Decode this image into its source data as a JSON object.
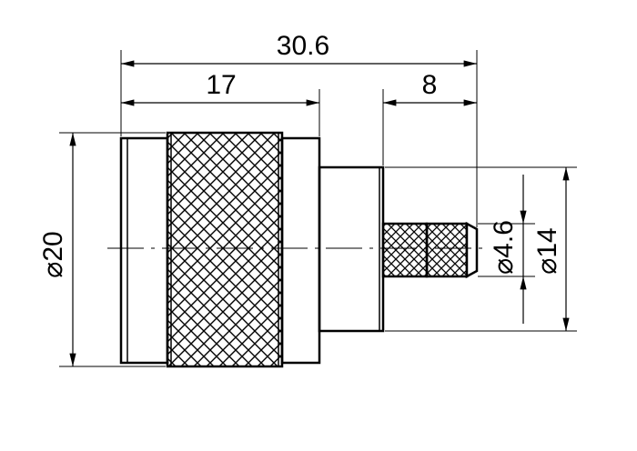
{
  "drawing": {
    "overall_length": "30.6",
    "body_length": "17",
    "pin_length": "8",
    "body_diameter": "⌀20",
    "rear_diameter": "⌀14",
    "pin_diameter": "⌀4.6"
  },
  "colors": {
    "line": "#000000",
    "background": "#ffffff"
  }
}
